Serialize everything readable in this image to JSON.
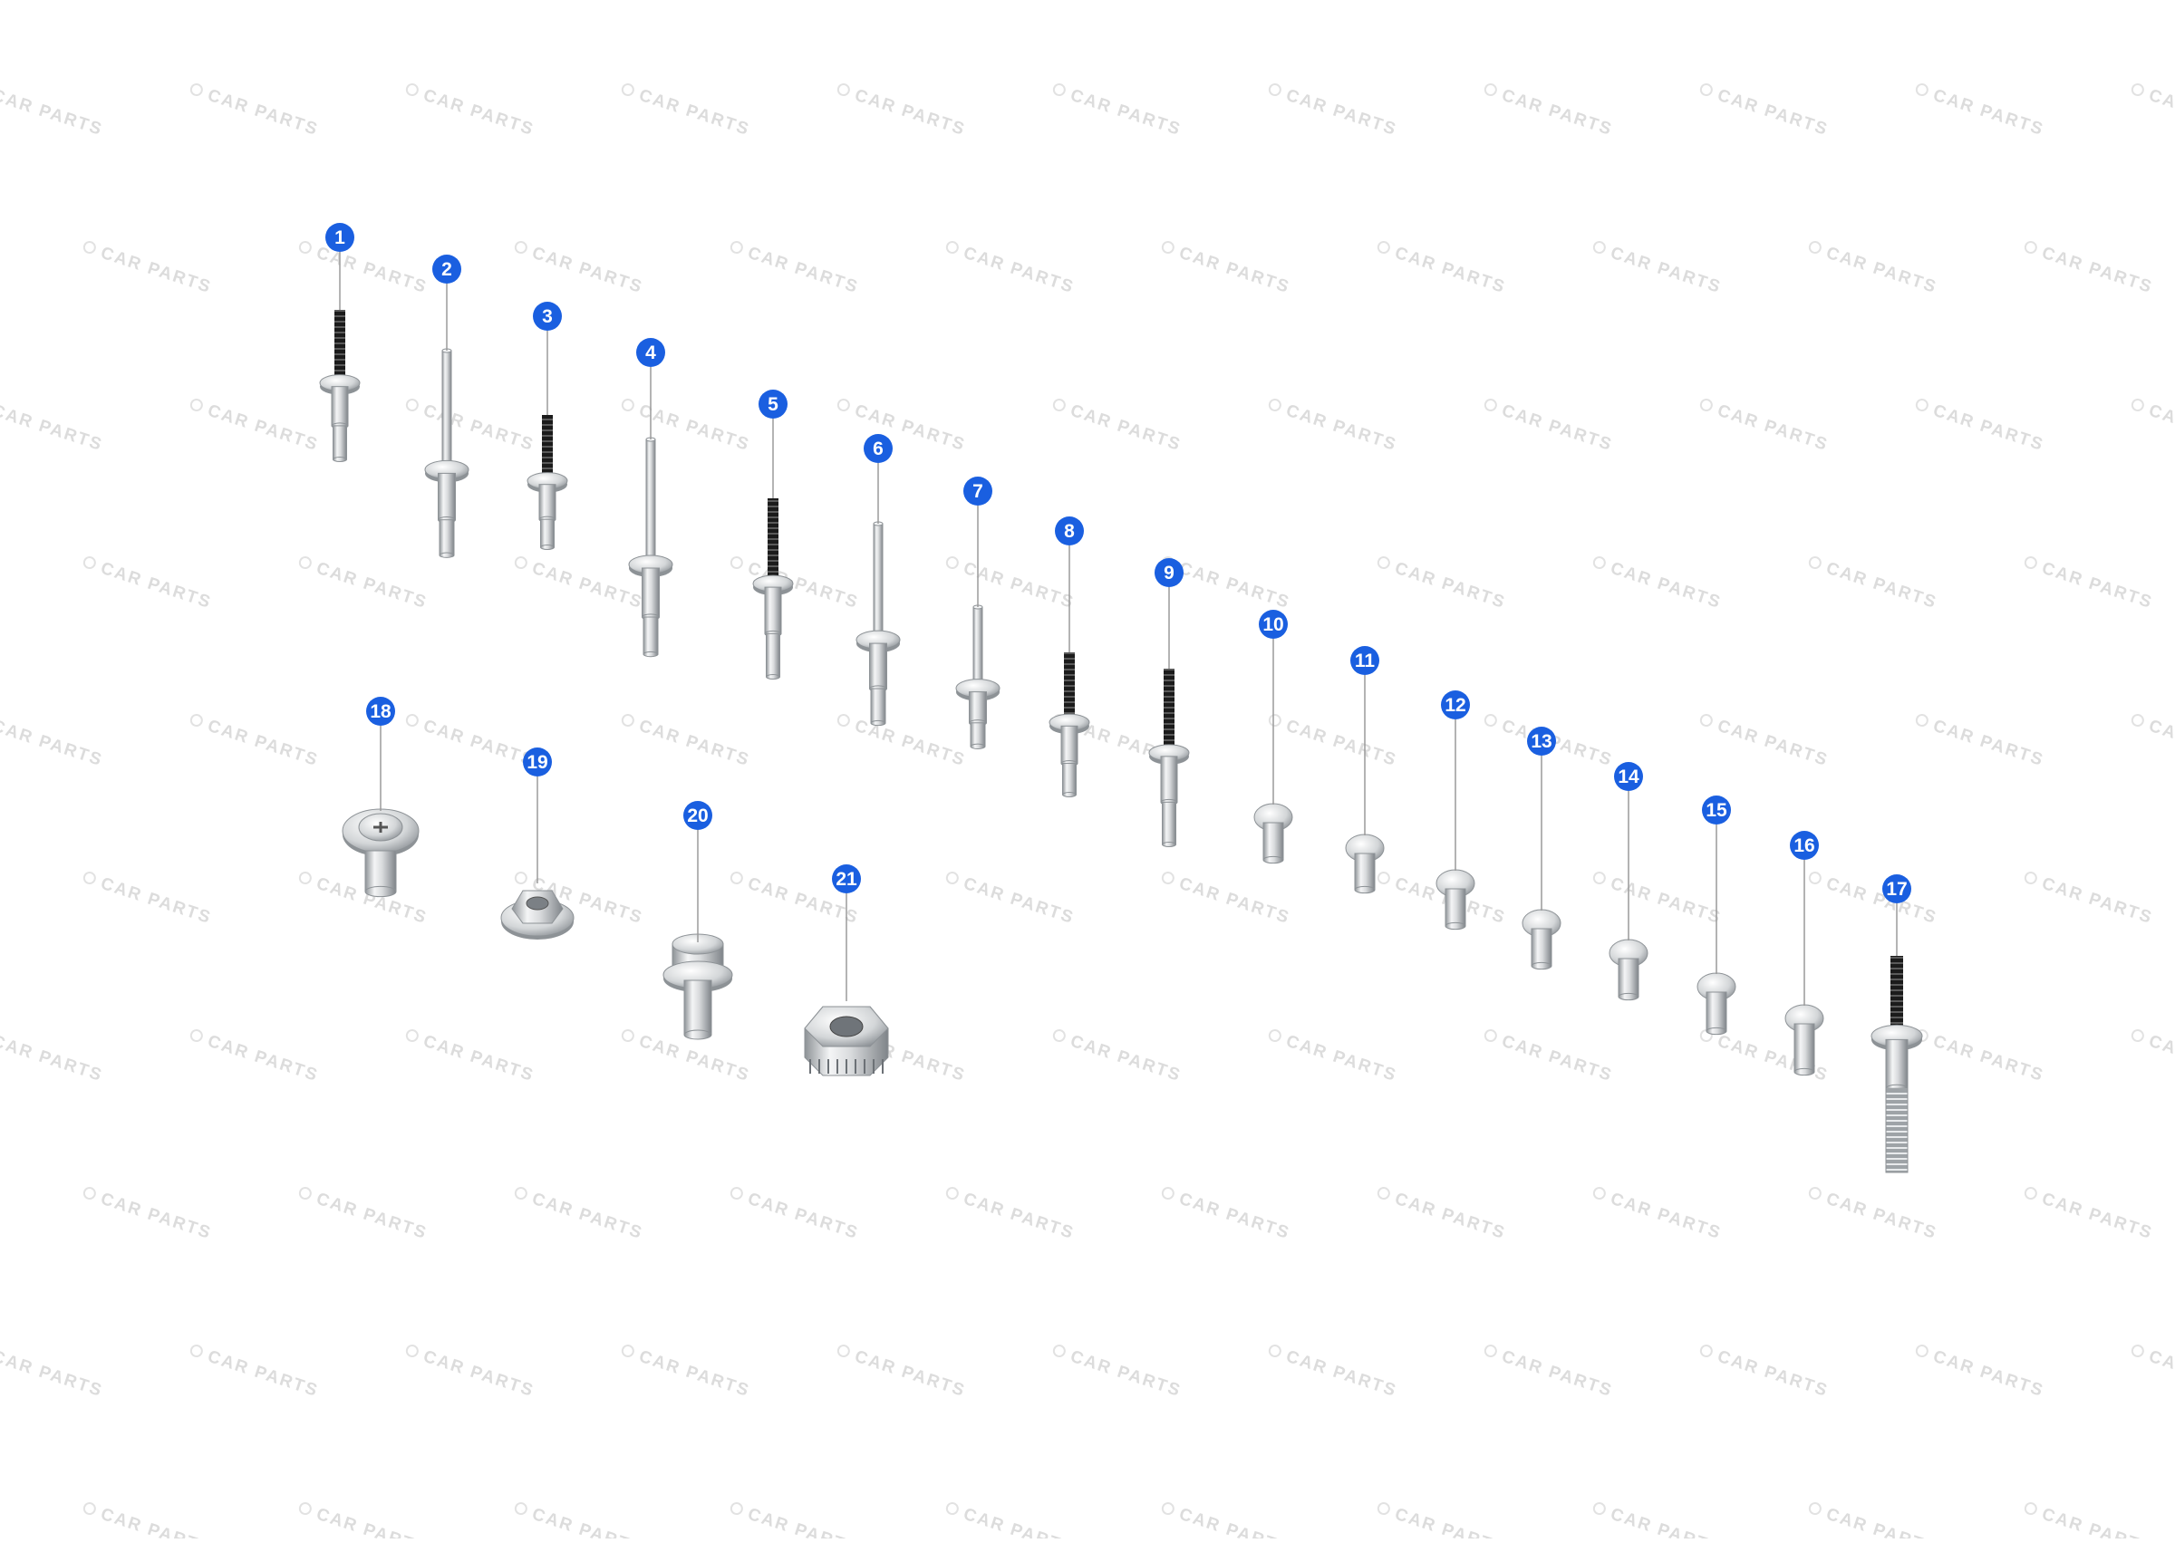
{
  "watermark": {
    "text": "CAR PARTS"
  },
  "colors": {
    "callout": "#1a5fe0",
    "callout_text": "#ffffff",
    "leader": "#9a9a9a",
    "metal_light": "#f4f5f6",
    "metal_mid": "#c8cbce",
    "metal_dark": "#8d9296",
    "thread_dark": "#1b1b1b"
  },
  "parts": [
    {
      "number": "1",
      "kind": "rivet-threaded-stem"
    },
    {
      "number": "2",
      "kind": "blind-rivet"
    },
    {
      "number": "3",
      "kind": "rivet-threaded-stem"
    },
    {
      "number": "4",
      "kind": "blind-rivet"
    },
    {
      "number": "5",
      "kind": "rivet-threaded-stem"
    },
    {
      "number": "6",
      "kind": "blind-rivet"
    },
    {
      "number": "7",
      "kind": "blind-rivet"
    },
    {
      "number": "8",
      "kind": "rivet-threaded-stem"
    },
    {
      "number": "9",
      "kind": "rivet-threaded-stem"
    },
    {
      "number": "10",
      "kind": "solid-rivet"
    },
    {
      "number": "11",
      "kind": "solid-rivet"
    },
    {
      "number": "12",
      "kind": "solid-rivet"
    },
    {
      "number": "13",
      "kind": "solid-rivet"
    },
    {
      "number": "14",
      "kind": "solid-rivet"
    },
    {
      "number": "15",
      "kind": "solid-rivet"
    },
    {
      "number": "16",
      "kind": "solid-rivet"
    },
    {
      "number": "17",
      "kind": "threaded-stud"
    },
    {
      "number": "18",
      "kind": "phillips-washer-screw"
    },
    {
      "number": "19",
      "kind": "flange-nut"
    },
    {
      "number": "20",
      "kind": "flange-bolt"
    },
    {
      "number": "21",
      "kind": "serrated-hex-nut"
    }
  ]
}
